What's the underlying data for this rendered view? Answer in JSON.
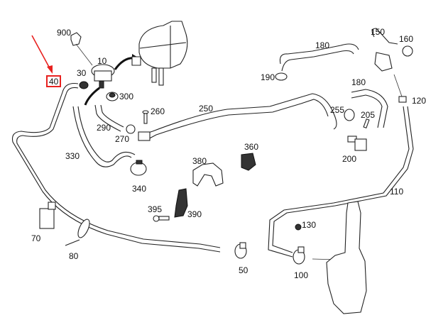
{
  "diagram": {
    "title": "Coolant hoses and washer reservoir exploded parts diagram",
    "highlight_color": "#e8211f",
    "highlighted_part": "40",
    "parts": [
      {
        "id": "p900",
        "label": "900"
      },
      {
        "id": "p10",
        "label": "10"
      },
      {
        "id": "p30",
        "label": "30"
      },
      {
        "id": "p40",
        "label": "40"
      },
      {
        "id": "p300",
        "label": "300"
      },
      {
        "id": "p290",
        "label": "290"
      },
      {
        "id": "p260",
        "label": "260"
      },
      {
        "id": "p270",
        "label": "270"
      },
      {
        "id": "p250",
        "label": "250"
      },
      {
        "id": "p330",
        "label": "330"
      },
      {
        "id": "p340",
        "label": "340"
      },
      {
        "id": "p380",
        "label": "380"
      },
      {
        "id": "p360",
        "label": "360"
      },
      {
        "id": "p395",
        "label": "395"
      },
      {
        "id": "p390",
        "label": "390"
      },
      {
        "id": "p70",
        "label": "70"
      },
      {
        "id": "p80",
        "label": "80"
      },
      {
        "id": "p50",
        "label": "50"
      },
      {
        "id": "p130",
        "label": "130"
      },
      {
        "id": "p100",
        "label": "100"
      },
      {
        "id": "p110",
        "label": "110"
      },
      {
        "id": "p180a",
        "label": "180"
      },
      {
        "id": "p190",
        "label": "190"
      },
      {
        "id": "p150",
        "label": "150"
      },
      {
        "id": "p160",
        "label": "160"
      },
      {
        "id": "p180b",
        "label": "180"
      },
      {
        "id": "p120",
        "label": "120"
      },
      {
        "id": "p255",
        "label": "255"
      },
      {
        "id": "p205",
        "label": "205"
      },
      {
        "id": "p200",
        "label": "200"
      }
    ]
  }
}
